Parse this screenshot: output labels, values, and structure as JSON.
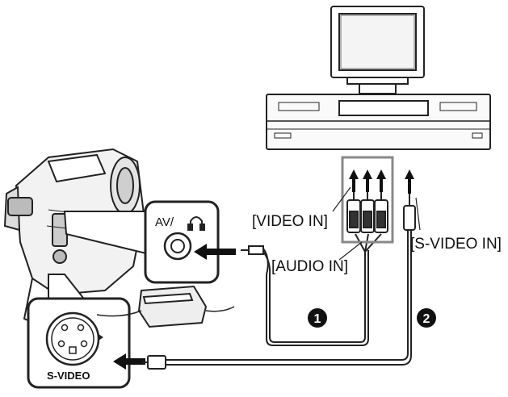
{
  "labels": {
    "video_in": "[VIDEO IN]",
    "audio_in": "[AUDIO IN]",
    "s_video_in": "[S-VIDEO IN]",
    "av_jack": "AV/",
    "s_video_jack": "S-VIDEO"
  },
  "markers": [
    "1",
    "2"
  ],
  "icons": [
    "headphone-icon",
    "arrow-left-icon",
    "arrow-up-icon"
  ]
}
